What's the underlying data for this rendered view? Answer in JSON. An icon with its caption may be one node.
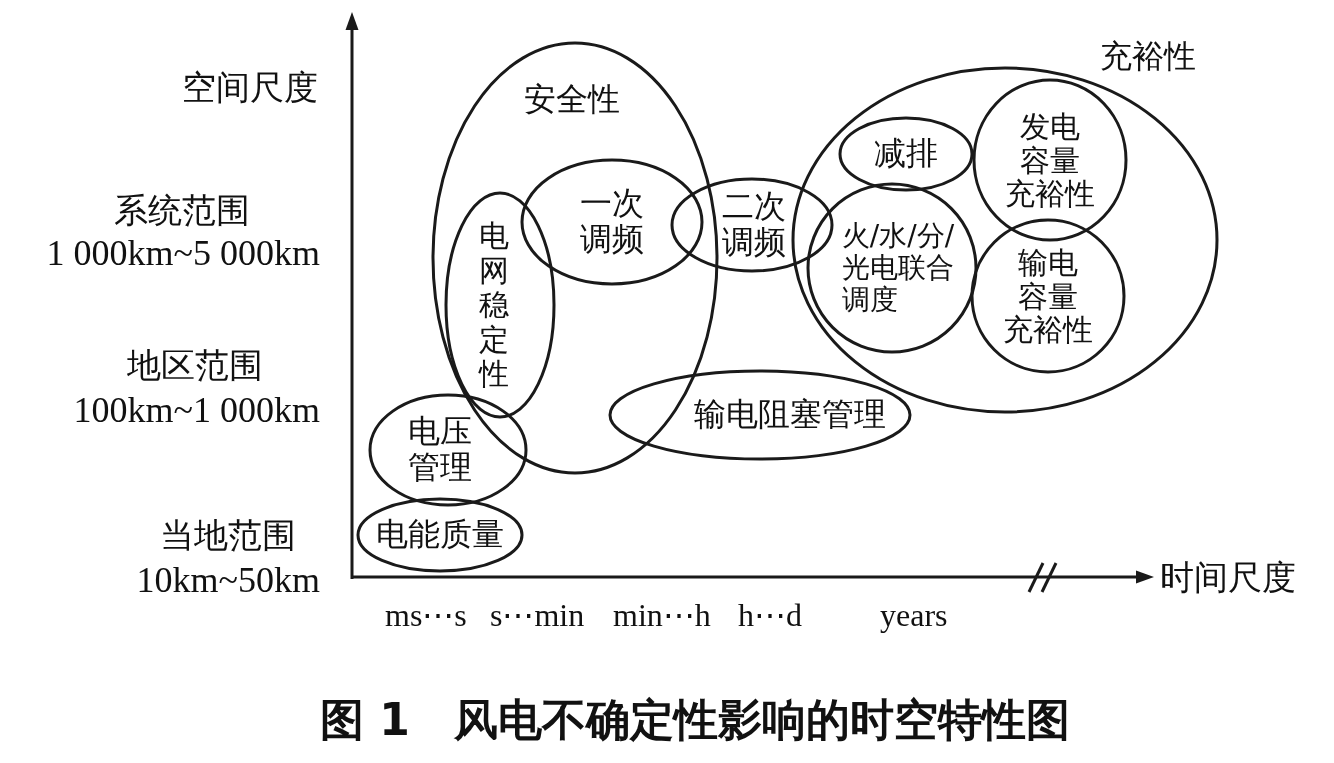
{
  "diagram": {
    "caption": "图 1　风电不确定性影响的时空特性图",
    "nodes": [
      {
        "text": [
          "安全性"
        ]
      },
      {
        "text": [
          "一次调频"
        ],
        "in": 0
      },
      {
        "text": [
          "电网稳定性"
        ],
        "in": 0
      },
      {
        "text": [
          "电压管理"
        ]
      },
      {
        "text": [
          "电能质量"
        ]
      },
      {
        "text": [
          "二次调频"
        ]
      },
      {
        "text": [
          "输电阻塞管理"
        ]
      },
      {
        "text": [
          "充裕性"
        ]
      },
      {
        "text": [
          "减排"
        ],
        "in": 7
      },
      {
        "text": [
          "火/水/分/光电联合调度"
        ],
        "in": 7
      },
      {
        "text": [
          "发电容量充裕性"
        ],
        "in": 7
      },
      {
        "text": [
          "输电容量充裕性"
        ],
        "in": 7
      }
    ],
    "labels": [
      "空间尺度",
      "系统范围",
      "1 000km~5 000km",
      "地区范围",
      "100km~1 000km",
      "当地范围",
      "10km~50km",
      "时间尺度",
      "ms⋯s",
      "s⋯min",
      "min⋯h",
      "h⋯d",
      "years"
    ]
  }
}
